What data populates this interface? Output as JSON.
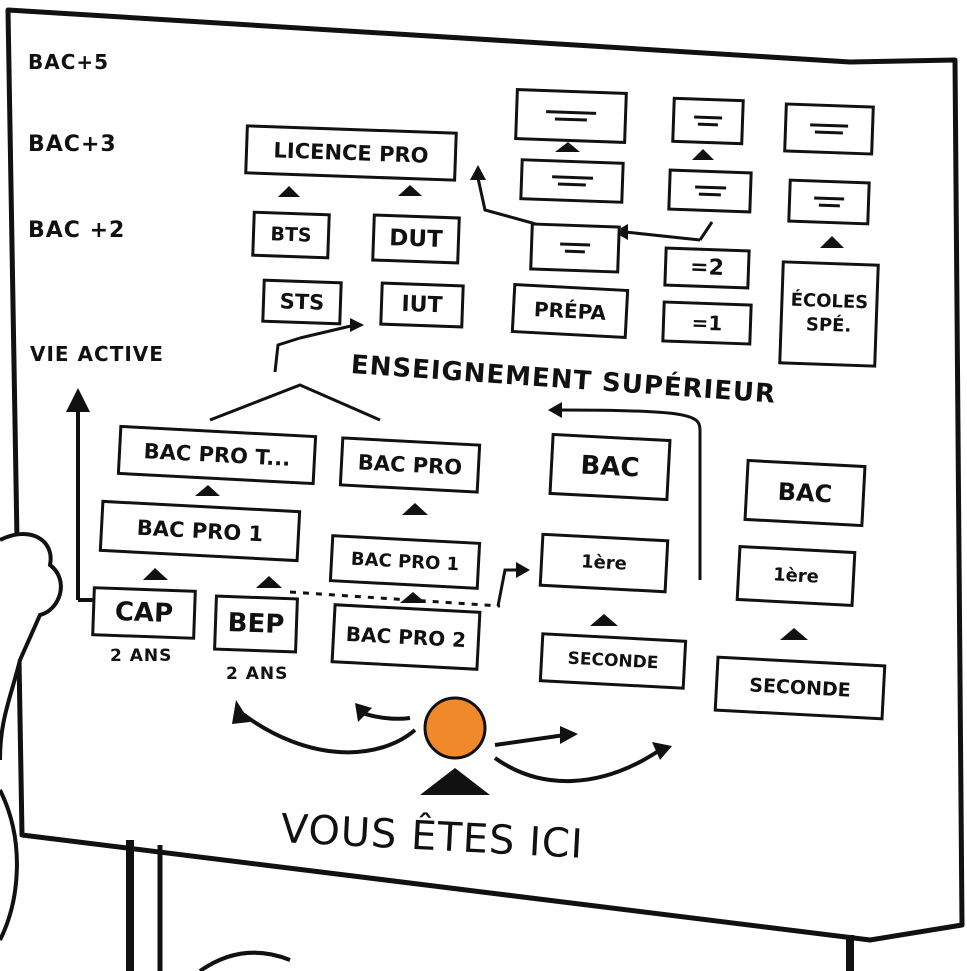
{
  "levels": {
    "bac5": "BAC+5",
    "bac3": "BAC+3",
    "bac2": "BAC +2",
    "vie_active": "VIE ACTIVE"
  },
  "headings": {
    "enseignement_superieur": "ENSEIGNEMENT SUPÉRIEUR",
    "vous_etes_ici": "VOUS ÊTES ICI"
  },
  "boxes": {
    "licence_pro": "LICENCE PRO",
    "bts": "BTS",
    "dut": "DUT",
    "sts": "STS",
    "iut": "IUT",
    "prepa": "PRÉPA",
    "minus2": "=2",
    "minus1": "=1",
    "ecoles_spe": "ÉCOLES SPÉ.",
    "bac_pro_t": "BAC PRO T...",
    "bac_pro": "BAC PRO",
    "bac_pro1_left": "BAC PRO 1",
    "bac_pro1_mid": "BAC PRO 1",
    "bac_pro2": "BAC PRO 2",
    "cap": "CAP",
    "cap_sub": "2 ANS",
    "bep": "BEP",
    "bep_sub": "2 ANS",
    "bac_a": "BAC",
    "premiere_a": "1ère",
    "seconde_a": "SECONDE",
    "bac_b": "BAC",
    "premiere_b": "1ère",
    "seconde_b": "SECONDE"
  },
  "colors": {
    "ink": "#111111",
    "paper": "#ffffff",
    "dot": "#f0892a"
  },
  "icons": [
    "you-are-here-dot-icon",
    "pointer-triangle-icon",
    "arrow-icon"
  ]
}
